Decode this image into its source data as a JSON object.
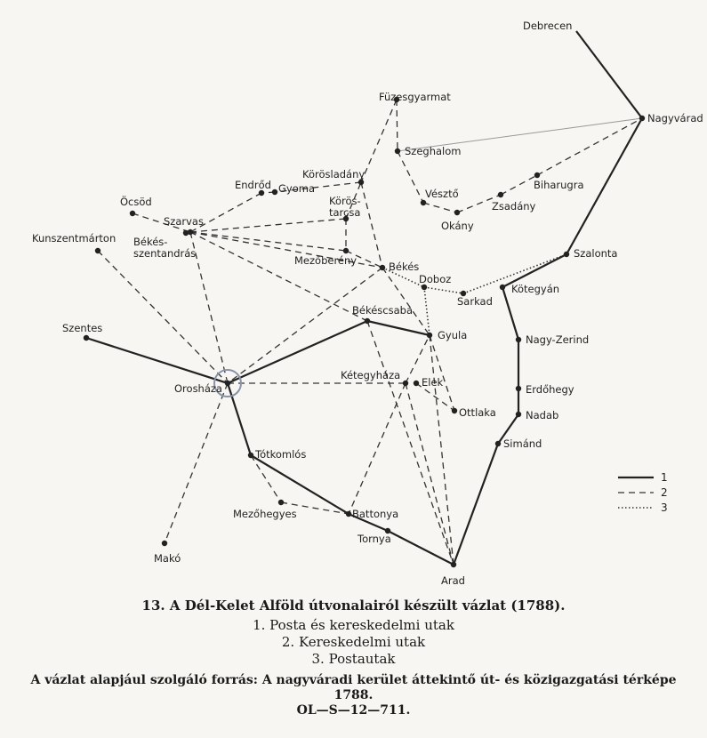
{
  "map": {
    "towns": [
      {
        "id": "debrecen",
        "name": "Debrecen"
      },
      {
        "id": "nagyvarad",
        "name": "Nagyvárad"
      },
      {
        "id": "fuzesgyarmat",
        "name": "Füzesgyarmat"
      },
      {
        "id": "szeghalom",
        "name": "Szeghalom"
      },
      {
        "id": "koroslad",
        "name": "Körösladány"
      },
      {
        "id": "endrod",
        "name": "Endrőd"
      },
      {
        "id": "gyoma",
        "name": "Gyoma"
      },
      {
        "id": "korostarcsa",
        "name": "Körös-tarcsa"
      },
      {
        "id": "vészto",
        "name": "Vésztő"
      },
      {
        "id": "okany",
        "name": "Okány"
      },
      {
        "id": "zsadany",
        "name": "Zsadány"
      },
      {
        "id": "biharugra",
        "name": "Biharugra"
      },
      {
        "id": "ocsod",
        "name": "Öcsöd"
      },
      {
        "id": "szarvas",
        "name": "Szarvas"
      },
      {
        "id": "bekesszentandras",
        "name": "Békés-szentandrás"
      },
      {
        "id": "kunszentmarton",
        "name": "Kunszentmárton"
      },
      {
        "id": "mezobereny",
        "name": "Mezőberény"
      },
      {
        "id": "bekes",
        "name": "Békés"
      },
      {
        "id": "doboz",
        "name": "Doboz"
      },
      {
        "id": "sarkad",
        "name": "Sarkad"
      },
      {
        "id": "szalonta",
        "name": "Szalonta"
      },
      {
        "id": "kotegyan",
        "name": "Kötegyán"
      },
      {
        "id": "bekescsaba",
        "name": "Békéscsaba"
      },
      {
        "id": "gyula",
        "name": "Gyula"
      },
      {
        "id": "szentes",
        "name": "Szentes"
      },
      {
        "id": "nagyzerind",
        "name": "Nagy-Zerind"
      },
      {
        "id": "oroshaza",
        "name": "Orosháza"
      },
      {
        "id": "ketegyhaza",
        "name": "Kétegyháza"
      },
      {
        "id": "elek",
        "name": "Elek"
      },
      {
        "id": "erdohegy",
        "name": "Erdőhegy"
      },
      {
        "id": "ottlaka",
        "name": "Ottlaka"
      },
      {
        "id": "nadab",
        "name": "Nadab"
      },
      {
        "id": "totkomlos",
        "name": "Tótkomlós"
      },
      {
        "id": "simand",
        "name": "Simánd"
      },
      {
        "id": "mezohegyes",
        "name": "Mezőhegyes"
      },
      {
        "id": "battonya",
        "name": "Battonya"
      },
      {
        "id": "tornya",
        "name": "Tornya"
      },
      {
        "id": "mako",
        "name": "Makó"
      },
      {
        "id": "arad",
        "name": "Arad"
      }
    ],
    "legend": [
      {
        "type": "post",
        "label": "1"
      },
      {
        "type": "trade",
        "label": "2"
      },
      {
        "type": "postal",
        "label": "3"
      }
    ]
  },
  "caption": {
    "title": "13. A Dél-Kelet Alföld útvonalairól készült vázlat (1788).",
    "legend_items": [
      "1. Posta és kereskedelmi utak",
      "2. Kereskedelmi utak",
      "3. Postautak"
    ],
    "source_line1": "A vázlat alapjául szolgáló forrás: A nagyváradi kerület áttekintő út- és közigazgatási térképe",
    "source_line2": "1788.",
    "archive_ref": "OL—S—12—711."
  },
  "colors": {
    "background": "#f7f6f2",
    "ink": "#222222",
    "highlight_circle": "#8a93a6"
  }
}
